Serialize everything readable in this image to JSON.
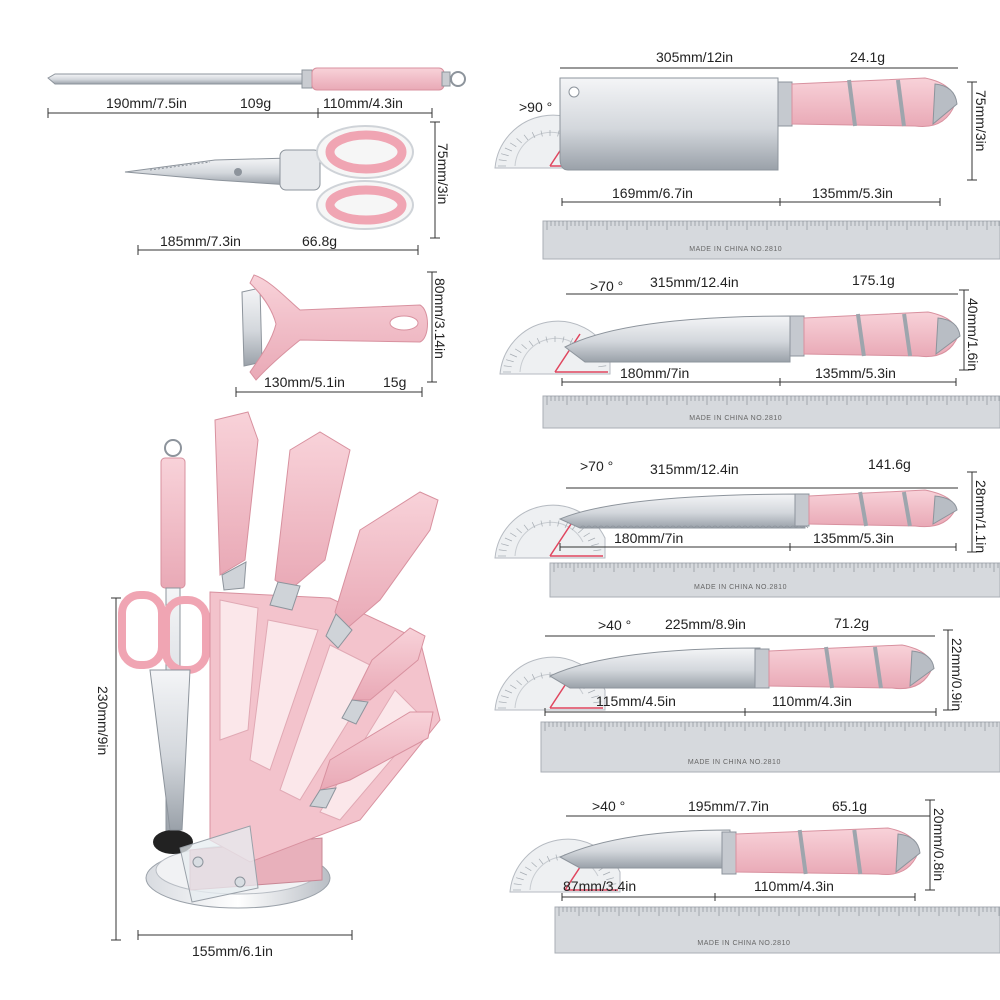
{
  "colors": {
    "pink": "#f2bcc6",
    "pink_dark": "#e4a3b0",
    "steel": "#cfd3d8",
    "steel_dark": "#8d949c",
    "ruler": "#d6d9dd"
  },
  "sharpener": {
    "length": "190mm/7.5in",
    "weight": "109g",
    "handle": "110mm/4.3in"
  },
  "scissors": {
    "length": "185mm/7.3in",
    "weight": "66.8g",
    "height": "75mm/3in"
  },
  "peeler": {
    "length": "130mm/5.1in",
    "weight": "15g",
    "height": "80mm/3.14in"
  },
  "stand": {
    "height": "230mm/9in",
    "width": "155mm/6.1in"
  },
  "knives": [
    {
      "name": "cleaver",
      "angle": ">90 °",
      "total": "305mm/12in",
      "weight": "24.1g",
      "blade": "169mm/6.7in",
      "handle": "135mm/5.3in",
      "height": "75mm/3in",
      "ruler_brand": "MADE IN CHINA  NO.2810"
    },
    {
      "name": "chef",
      "angle": ">70 °",
      "total": "315mm/12.4in",
      "weight": "175.1g",
      "blade": "180mm/7in",
      "handle": "135mm/5.3in",
      "height": "40mm/1.6in",
      "ruler_brand": "MADE IN CHINA  NO.2810"
    },
    {
      "name": "bread",
      "angle": ">70 °",
      "total": "315mm/12.4in",
      "weight": "141.6g",
      "blade": "180mm/7in",
      "handle": "135mm/5.3in",
      "height": "28mm/1.1in",
      "ruler_brand": "MADE IN CHINA  NO.2810"
    },
    {
      "name": "utility",
      "angle": ">40 °",
      "total": "225mm/8.9in",
      "weight": "71.2g",
      "blade": "115mm/4.5in",
      "handle": "110mm/4.3in",
      "height": "22mm/0.9in",
      "ruler_brand": "MADE IN CHINA  NO.2810"
    },
    {
      "name": "paring",
      "angle": ">40 °",
      "total": "195mm/7.7in",
      "weight": "65.1g",
      "blade": "87mm/3.4in",
      "handle": "110mm/4.3in",
      "height": "20mm/0.8in",
      "ruler_brand": "MADE IN CHINA  NO.2810"
    }
  ]
}
